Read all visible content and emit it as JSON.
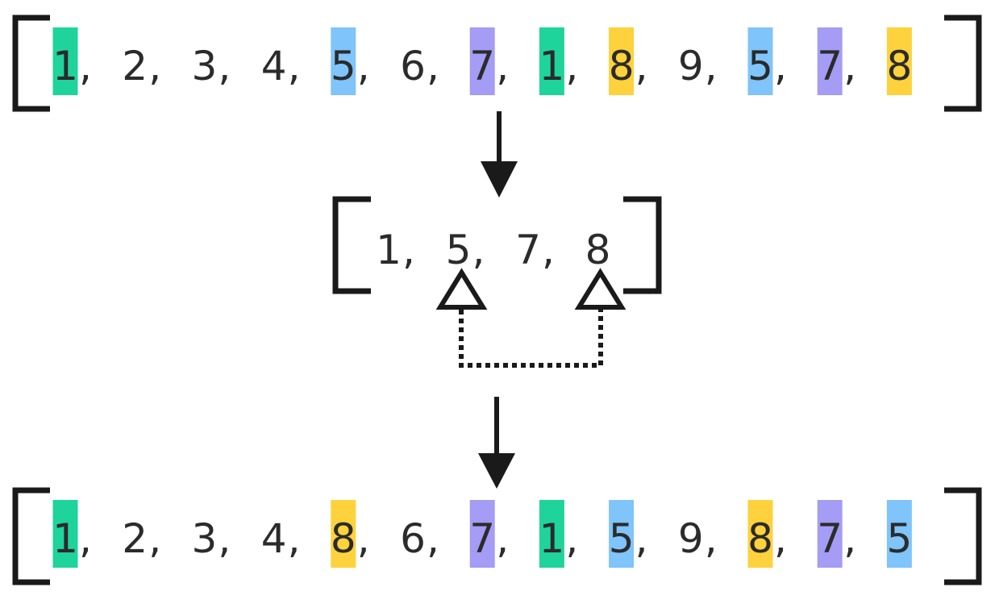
{
  "colors": {
    "green": "#1fd49b",
    "blue": "#7fc4fb",
    "purple": "#a59cf5",
    "yellow": "#fdd23c",
    "ink": "#1a1a1a",
    "text": "#2b2b2b"
  },
  "original_sequence": {
    "items": [
      {
        "value": "1",
        "sep": ",",
        "highlight": "green"
      },
      {
        "value": "2",
        "sep": ",",
        "highlight": ""
      },
      {
        "value": "3",
        "sep": ",",
        "highlight": ""
      },
      {
        "value": "4",
        "sep": ",",
        "highlight": ""
      },
      {
        "value": "5",
        "sep": ",",
        "highlight": "blue"
      },
      {
        "value": "6",
        "sep": ",",
        "highlight": ""
      },
      {
        "value": "7",
        "sep": ",",
        "highlight": "purple"
      },
      {
        "value": "1",
        "sep": ",",
        "highlight": "green"
      },
      {
        "value": "8",
        "sep": ",",
        "highlight": "yellow"
      },
      {
        "value": "9",
        "sep": ",",
        "highlight": ""
      },
      {
        "value": "5",
        "sep": ",",
        "highlight": "blue"
      },
      {
        "value": "7",
        "sep": ",",
        "highlight": "purple"
      },
      {
        "value": "8",
        "sep": "",
        "highlight": "yellow"
      }
    ]
  },
  "unique_values": {
    "items": [
      {
        "value": "1",
        "sep": ","
      },
      {
        "value": "5",
        "sep": ","
      },
      {
        "value": "7",
        "sep": ","
      },
      {
        "value": "8",
        "sep": ""
      }
    ],
    "swap": {
      "from_index": 1,
      "to_index": 3
    }
  },
  "swapped_sequence": {
    "items": [
      {
        "value": "1",
        "sep": ",",
        "highlight": "green"
      },
      {
        "value": "2",
        "sep": ",",
        "highlight": ""
      },
      {
        "value": "3",
        "sep": ",",
        "highlight": ""
      },
      {
        "value": "4",
        "sep": ",",
        "highlight": ""
      },
      {
        "value": "8",
        "sep": ",",
        "highlight": "yellow"
      },
      {
        "value": "6",
        "sep": ",",
        "highlight": ""
      },
      {
        "value": "7",
        "sep": ",",
        "highlight": "purple"
      },
      {
        "value": "1",
        "sep": ",",
        "highlight": "green"
      },
      {
        "value": "5",
        "sep": ",",
        "highlight": "blue"
      },
      {
        "value": "9",
        "sep": ",",
        "highlight": ""
      },
      {
        "value": "8",
        "sep": ",",
        "highlight": "yellow"
      },
      {
        "value": "7",
        "sep": ",",
        "highlight": "purple"
      },
      {
        "value": "5",
        "sep": "",
        "highlight": "blue"
      }
    ]
  }
}
